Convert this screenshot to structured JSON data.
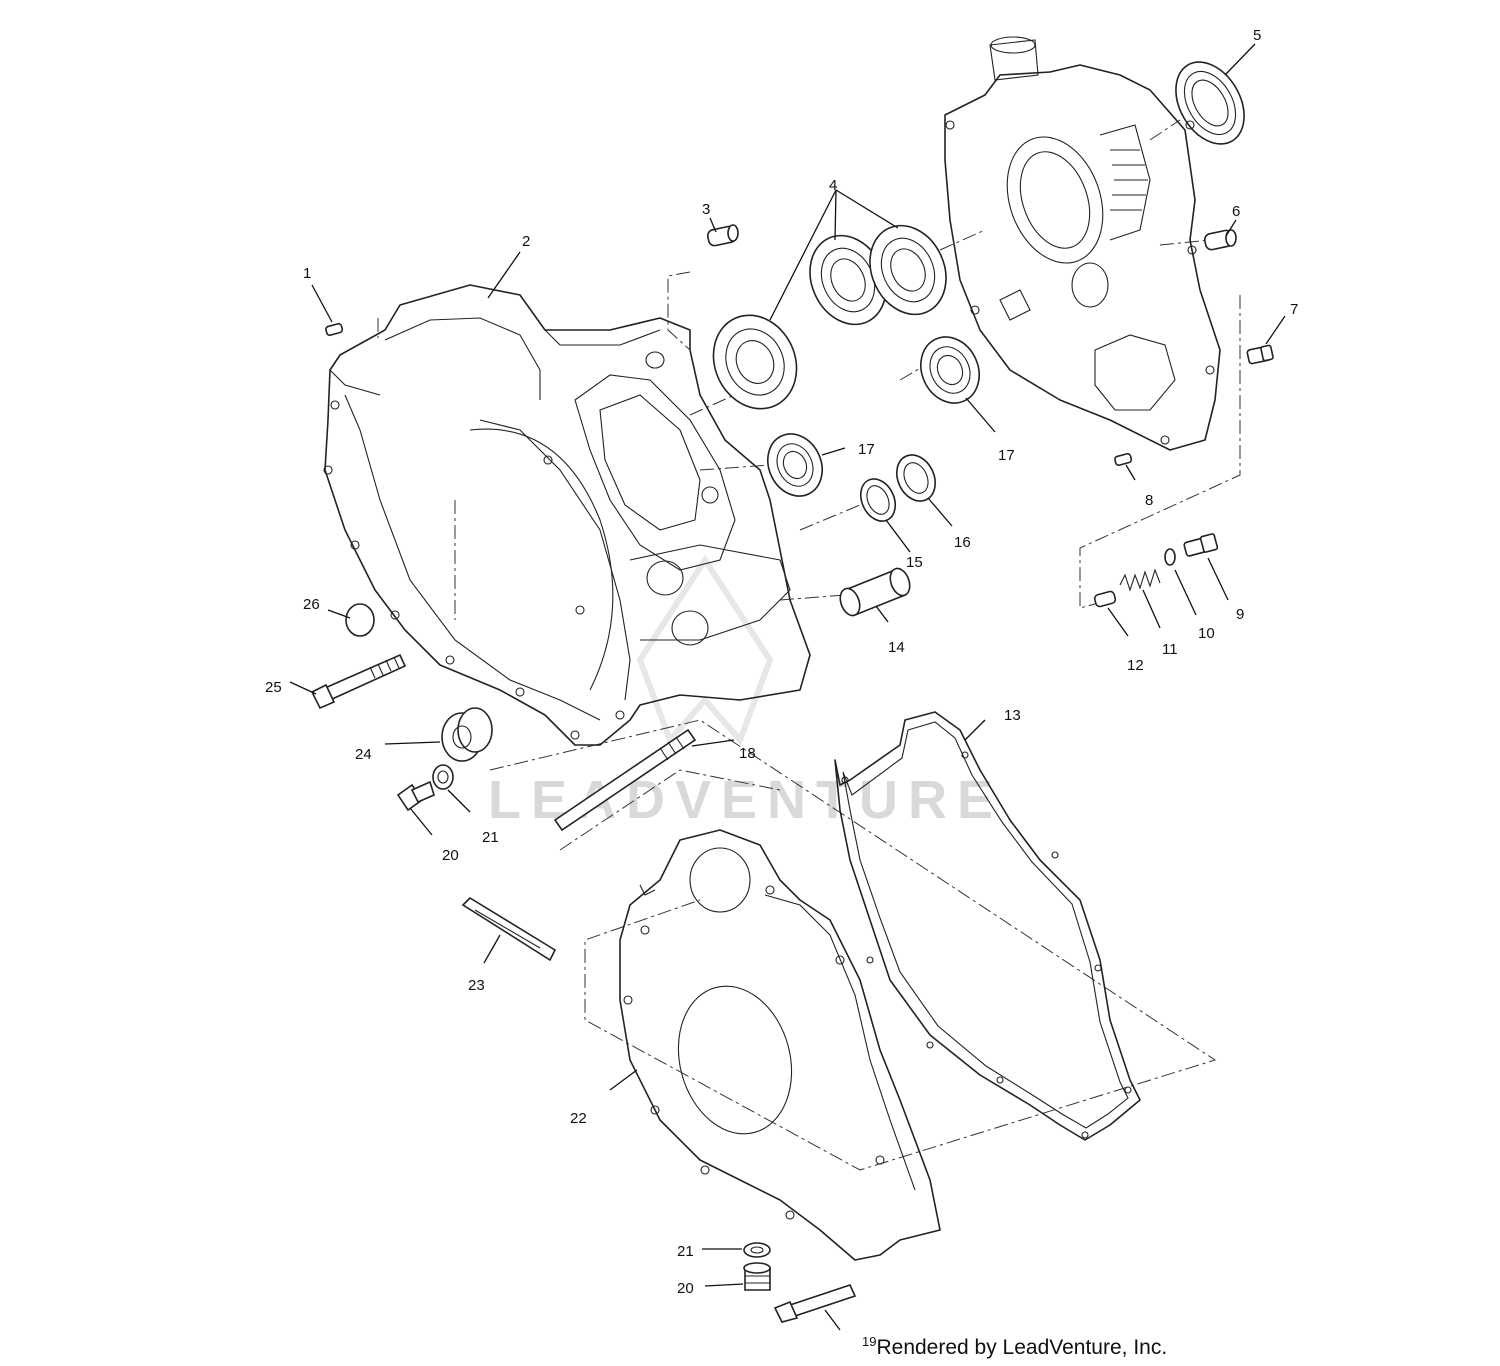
{
  "watermark": "LEADVENTURE",
  "footer": {
    "page_number": "19",
    "credit": "Rendered by LeadVenture, Inc."
  },
  "callouts": [
    "1",
    "2",
    "3",
    "4",
    "5",
    "6",
    "7",
    "8",
    "9",
    "10",
    "11",
    "12",
    "13",
    "14",
    "15",
    "16",
    "17",
    "17",
    "18",
    "20",
    "21",
    "20",
    "21",
    "22",
    "23",
    "24",
    "25",
    "26"
  ]
}
